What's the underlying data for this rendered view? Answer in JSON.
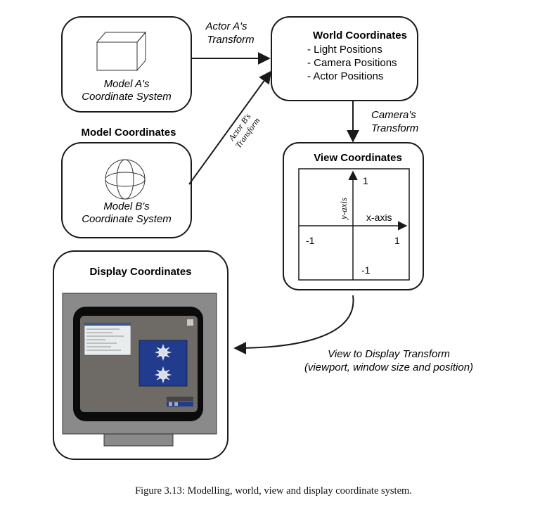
{
  "model_a": {
    "line1": "Model A's",
    "line2": "Coordinate System"
  },
  "model_b": {
    "line1": "Model B's",
    "line2": "Coordinate System"
  },
  "model_heading": "Model Coordinates",
  "world": {
    "title": "World Coordinates",
    "items": [
      "- Light Positions",
      "- Camera Positions",
      "- Actor Positions"
    ]
  },
  "view": {
    "title": "View Coordinates",
    "y_axis": "y-axis",
    "x_axis": "x-axis",
    "ticks": {
      "top": "1",
      "right": "1",
      "left": "-1",
      "bottom": "-1"
    }
  },
  "display": {
    "title": "Display Coordinates"
  },
  "arrows": {
    "actor_a": {
      "line1": "Actor  A's",
      "line2": "Transform"
    },
    "actor_b": {
      "line1": "Actor B's",
      "line2": "Transform"
    },
    "camera": {
      "line1": "Camera's",
      "line2": "Transform"
    },
    "view_to_display": {
      "line1": "View to Display Transform",
      "line2": "(viewport, window size and position)"
    }
  },
  "caption": "Figure 3.13:  Modelling, world, view and display coordinate system.",
  "colors": {
    "line": "#1a1a1a",
    "monitor_gray": "#8a8a8a",
    "screen_gray": "#6e6a66",
    "window_blue": "#213c8c",
    "terminal_bg": "#e8ecec"
  }
}
